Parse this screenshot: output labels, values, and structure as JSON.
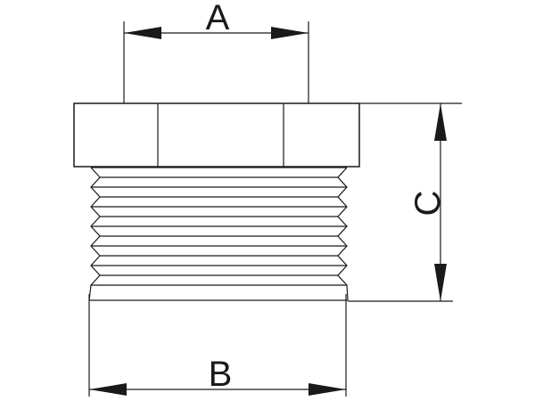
{
  "dimensions": {
    "a": "A",
    "b": "B",
    "c": "C"
  },
  "colors": {
    "line": "#1a1a1a",
    "background": "#ffffff"
  }
}
